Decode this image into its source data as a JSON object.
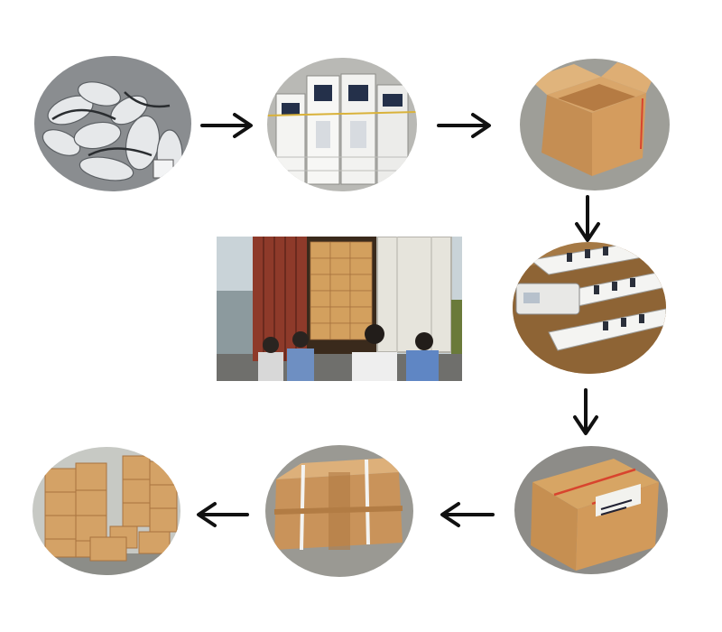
{
  "diagram": {
    "steps": [
      {
        "id": "n1",
        "icon": "bagged-cables-photo"
      },
      {
        "id": "n2",
        "icon": "retail-boxes-photo"
      },
      {
        "id": "n3",
        "icon": "open-carton-photo"
      },
      {
        "id": "n4",
        "icon": "boxed-products-in-carton-photo"
      },
      {
        "id": "n5",
        "icon": "container-loading-photo"
      },
      {
        "id": "n6",
        "icon": "sealed-labeled-carton-photo"
      },
      {
        "id": "n7",
        "icon": "strapped-carton-photo"
      },
      {
        "id": "n8",
        "icon": "warehouse-stacked-cartons-photo"
      }
    ],
    "connectors": [
      {
        "from": "n1",
        "to": "n2",
        "direction": "right"
      },
      {
        "from": "n2",
        "to": "n3",
        "direction": "right"
      },
      {
        "from": "n3",
        "to": "n4",
        "direction": "down"
      },
      {
        "from": "n4",
        "to": "n6",
        "direction": "down"
      },
      {
        "from": "n6",
        "to": "n7",
        "direction": "left"
      },
      {
        "from": "n7",
        "to": "n8",
        "direction": "left"
      }
    ],
    "colors": {
      "background": "#ffffff",
      "arrow": "#111111",
      "cardboard": "#c9935a",
      "cardboard_dark": "#a8733f",
      "container_red": "#8e3a2a",
      "sky": "#c9d3d8"
    }
  }
}
